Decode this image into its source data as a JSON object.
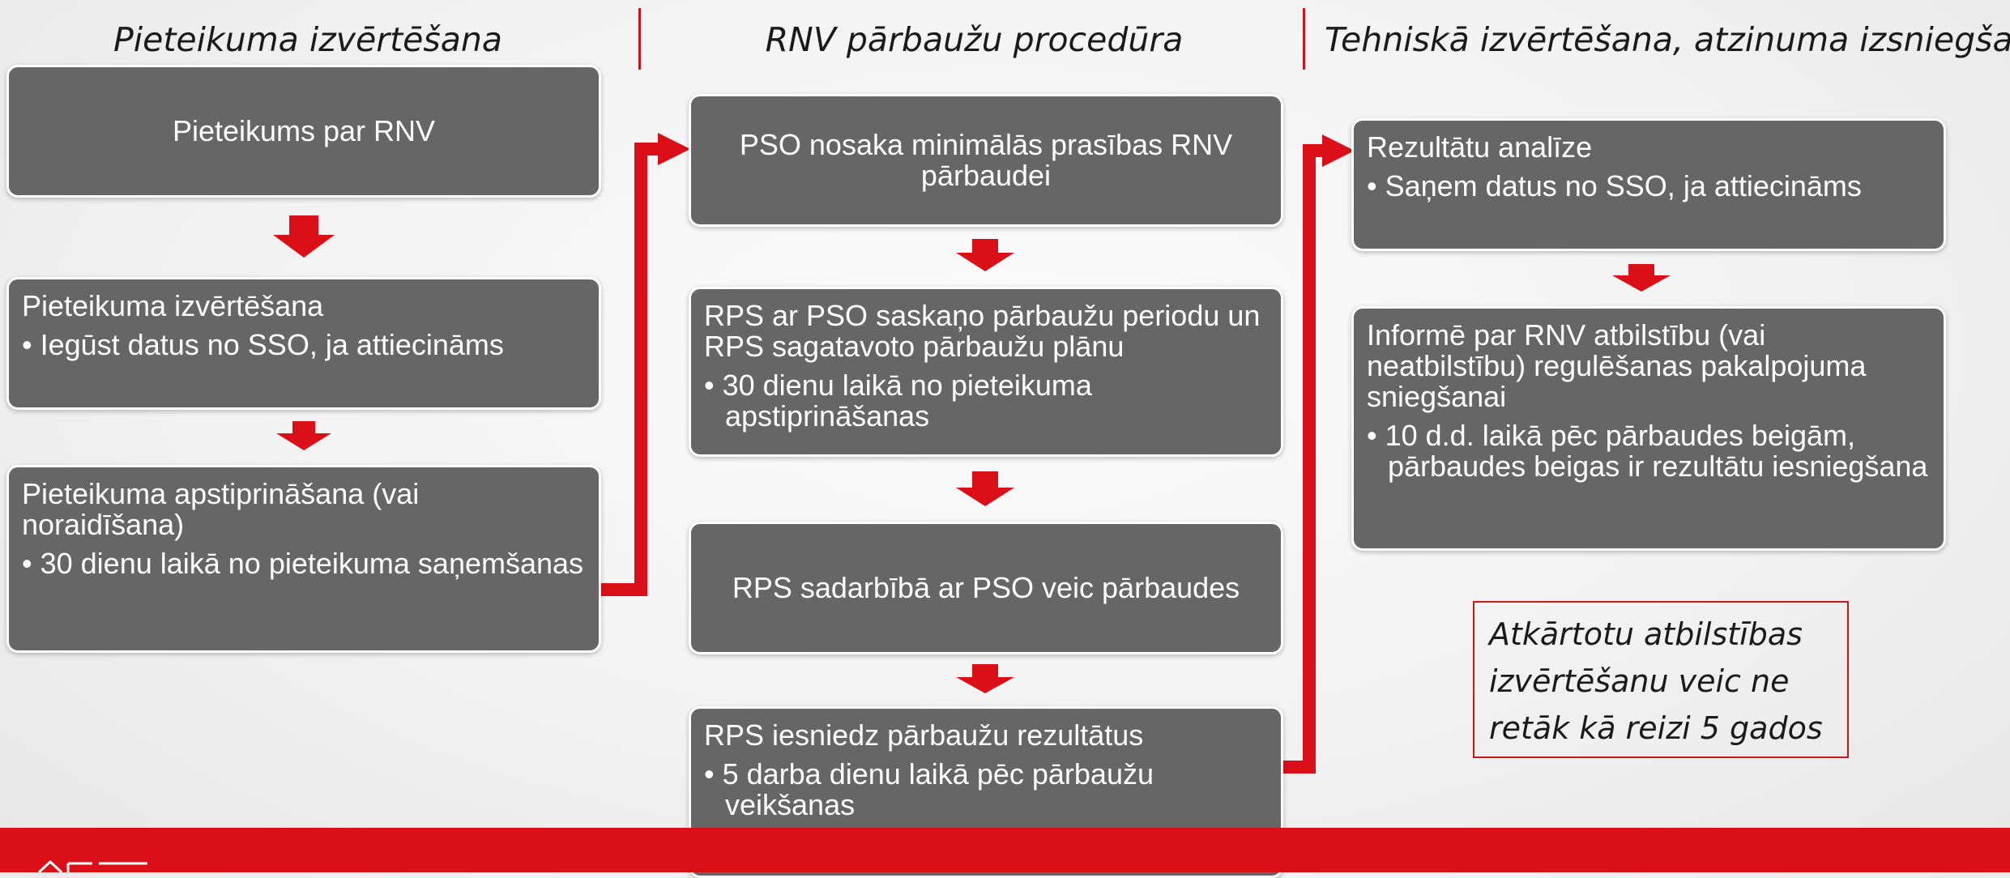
{
  "columns": [
    {
      "title": "Pieteikuma izvērtēšana"
    },
    {
      "title": "RNV pārbaužu procedūra"
    },
    {
      "title": "Tehniskā izvērtēšana, atzinuma izsniegšana"
    }
  ],
  "col1": {
    "box1": {
      "head": "Pieteikums par RNV"
    },
    "box2": {
      "head": "Pieteikuma izvērtēšana",
      "bullet": "• Iegūst datus no SSO, ja attiecināms"
    },
    "box3": {
      "head": "Pieteikuma apstiprināšana (vai noraidīšana)",
      "bullet": "• 30 dienu laikā no pieteikuma saņemšanas"
    }
  },
  "col2": {
    "box1": {
      "head": "PSO nosaka minimālās prasības RNV pārbaudei"
    },
    "box2": {
      "head": "RPS ar PSO saskaņo pārbaužu periodu un RPS sagatavoto pārbaužu plānu",
      "bullet": "• 30 dienu laikā no pieteikuma apstiprināšanas"
    },
    "box3": {
      "head": "RPS sadarbībā ar PSO veic pārbaudes"
    },
    "box4": {
      "head": "RPS iesniedz pārbaužu rezultātus",
      "bullet": "• 5 darba dienu laikā pēc pārbaužu veikšanas"
    }
  },
  "col3": {
    "box1": {
      "head": "Rezultātu analīze",
      "bullet": "• Saņem datus no SSO, ja attiecināms"
    },
    "box2": {
      "head": "Informē par RNV atbilstību (vai neatbilstību) regulēšanas pakalpojuma sniegšanai",
      "bullet": "• 10 d.d. laikā pēc pārbaudes beigām, pārbaudes beigas ir rezultātu iesniegšana"
    }
  },
  "note": "Atkārtotu atbilstības izvērtēšanu veic ne retāk kā reizi 5 gados",
  "colors": {
    "accent": "#db0f17",
    "box": "#666666",
    "note_border": "#c8161d"
  }
}
